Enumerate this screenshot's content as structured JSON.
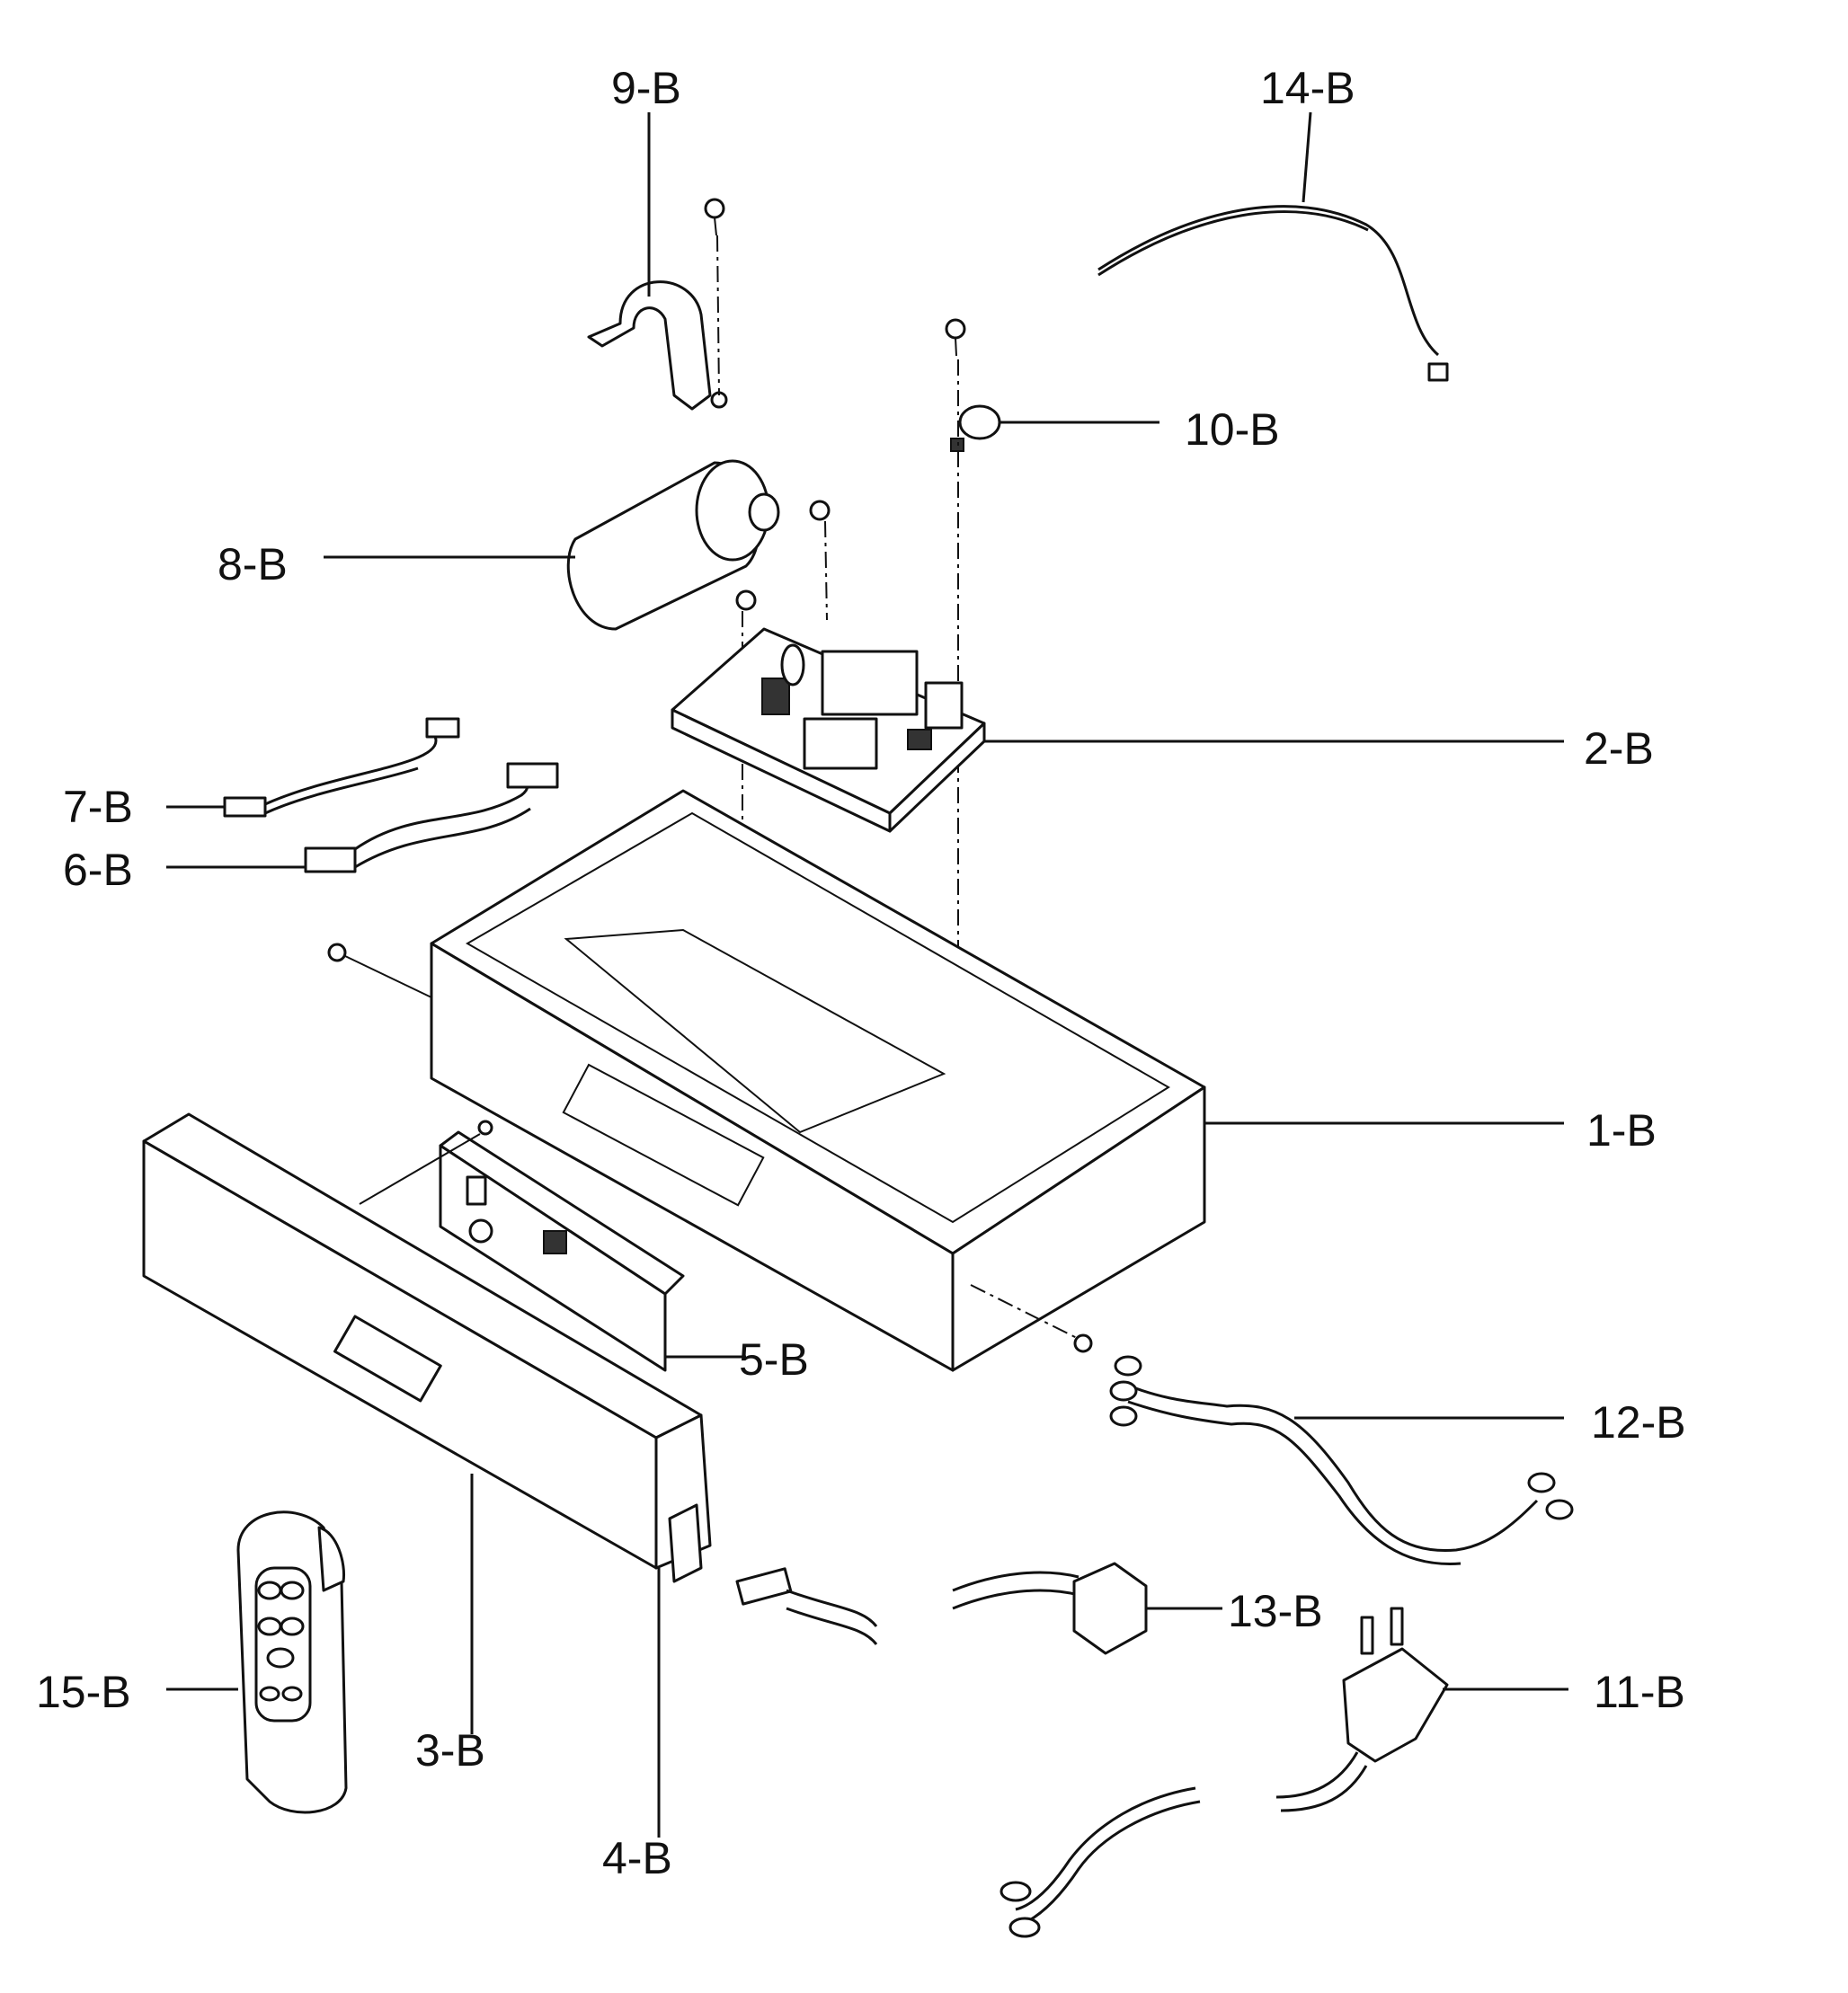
{
  "parts": [
    {
      "id": "1-B"
    },
    {
      "id": "2-B"
    },
    {
      "id": "3-B"
    },
    {
      "id": "4-B"
    },
    {
      "id": "5-B"
    },
    {
      "id": "6-B"
    },
    {
      "id": "7-B"
    },
    {
      "id": "8-B"
    },
    {
      "id": "9-B"
    },
    {
      "id": "10-B"
    },
    {
      "id": "11-B"
    },
    {
      "id": "12-B"
    },
    {
      "id": "13-B"
    },
    {
      "id": "14-B"
    },
    {
      "id": "15-B"
    }
  ]
}
